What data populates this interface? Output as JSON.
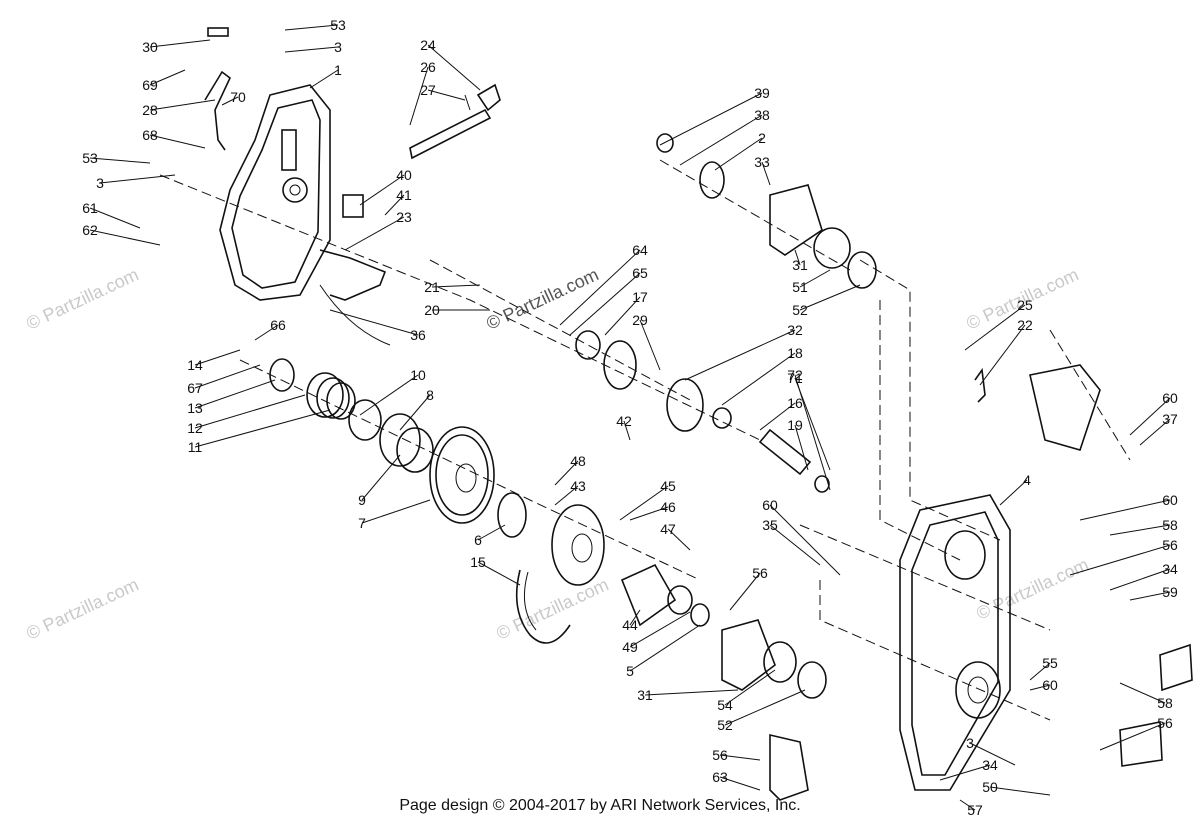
{
  "footer": "Page design © 2004-2017 by ARI Network Services, Inc.",
  "watermark": "© Partzilla.com",
  "callouts": [
    "53",
    "3",
    "1",
    "30",
    "69",
    "28",
    "70",
    "68",
    "53",
    "3",
    "61",
    "62",
    "24",
    "26",
    "27",
    "40",
    "41",
    "23",
    "36",
    "66",
    "14",
    "67",
    "13",
    "12",
    "11",
    "10",
    "8",
    "9",
    "7",
    "21",
    "20",
    "64",
    "65",
    "17",
    "29",
    "32",
    "18",
    "72",
    "16",
    "19",
    "71",
    "42",
    "48",
    "43",
    "45",
    "46",
    "47",
    "6",
    "15",
    "44",
    "49",
    "5",
    "31",
    "54",
    "52",
    "56",
    "39",
    "38",
    "2",
    "33",
    "31",
    "51",
    "52",
    "25",
    "22",
    "60",
    "37",
    "4",
    "60",
    "58",
    "56",
    "34",
    "59",
    "35",
    "60",
    "55",
    "60",
    "58",
    "56",
    "3",
    "34",
    "50",
    "57",
    "56",
    "63"
  ],
  "colors": {
    "ink": "#111111",
    "watermark": "#c9c9c9"
  }
}
